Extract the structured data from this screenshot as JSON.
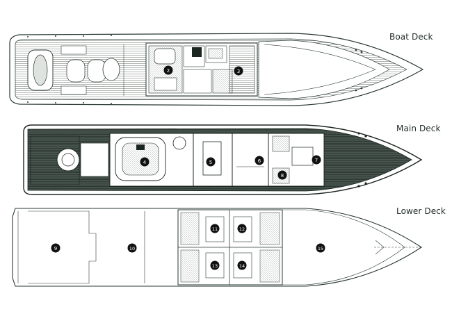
{
  "decks": [
    {
      "id": "boat",
      "label": "Boat Deck",
      "markers": [
        "2",
        "3"
      ]
    },
    {
      "id": "main",
      "label": "Main Deck",
      "markers": [
        "4",
        "5",
        "6",
        "7",
        "8"
      ]
    },
    {
      "id": "lower",
      "label": "Lower Deck",
      "markers": [
        "9",
        "10",
        "11",
        "12",
        "13",
        "14",
        "15"
      ]
    }
  ],
  "colors": {
    "line": "#2a3a33",
    "hatch": "#6b756f",
    "dark": "#1c2621",
    "marker": "#111111",
    "background": "#ffffff"
  }
}
